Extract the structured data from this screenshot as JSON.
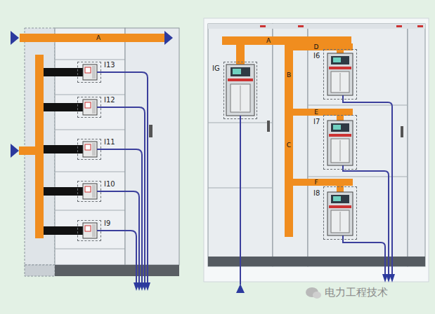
{
  "diagram": {
    "nodes": [
      {
        "text": [
          "A"
        ]
      },
      {
        "text": [
          "I13"
        ]
      },
      {
        "text": [
          "I12"
        ]
      },
      {
        "text": [
          "I11"
        ]
      },
      {
        "text": [
          "I10"
        ]
      },
      {
        "text": [
          "I9"
        ]
      },
      {
        "text": [
          "A"
        ]
      },
      {
        "text": [
          "B",
          "C"
        ]
      },
      {
        "text": [
          "D"
        ]
      },
      {
        "text": [
          "E"
        ]
      },
      {
        "text": [
          "F"
        ]
      },
      {
        "text": [
          "IG"
        ]
      },
      {
        "text": [
          "I6"
        ]
      },
      {
        "text": [
          "I7"
        ]
      },
      {
        "text": [
          "I8"
        ]
      }
    ],
    "labels": [
      "电力工程技术"
    ]
  }
}
